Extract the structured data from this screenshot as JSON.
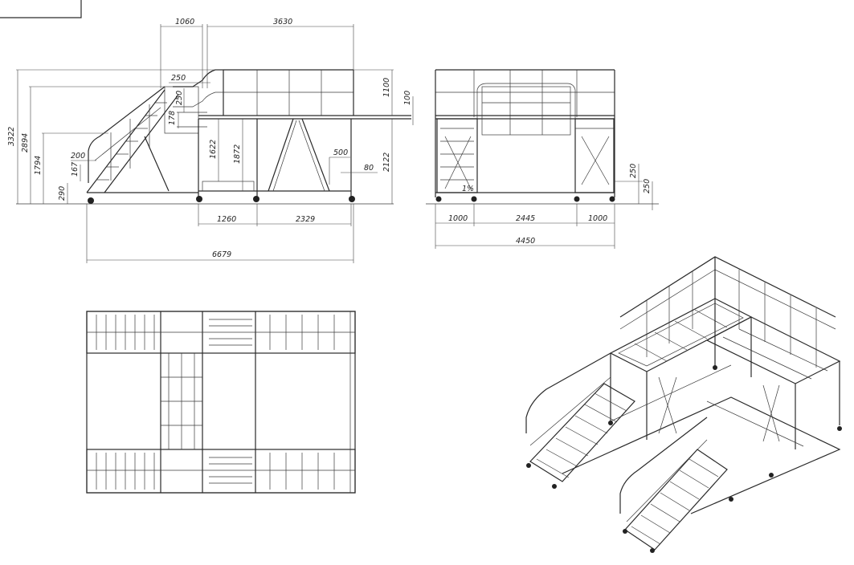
{
  "side_view": {
    "dims": {
      "top_left_width": "1060",
      "platform_length": "3630",
      "rail_top_offset": "250",
      "rail_step_a": "250",
      "rail_step_b": "178",
      "handrail_height": "1100",
      "kick_plate": "100",
      "total_height": "3322",
      "height_2894": "2894",
      "height_1794": "1794",
      "height_1622": "1622",
      "height_1872": "1872",
      "height_2122": "2122",
      "step_depth": "200",
      "riser": "167",
      "base_height": "290",
      "brace_500": "500",
      "brace_80": "80",
      "span_1260": "1260",
      "span_2329": "2329",
      "overall_length": "6679"
    }
  },
  "front_view": {
    "dims": {
      "left_stair_width": "1000",
      "gap": "2445",
      "right_stair_width": "1000",
      "overall_width": "4450",
      "lower_height": "250",
      "lower_height_2": "250",
      "slope_mark": "1%"
    }
  },
  "title_box": {
    "text": ""
  }
}
